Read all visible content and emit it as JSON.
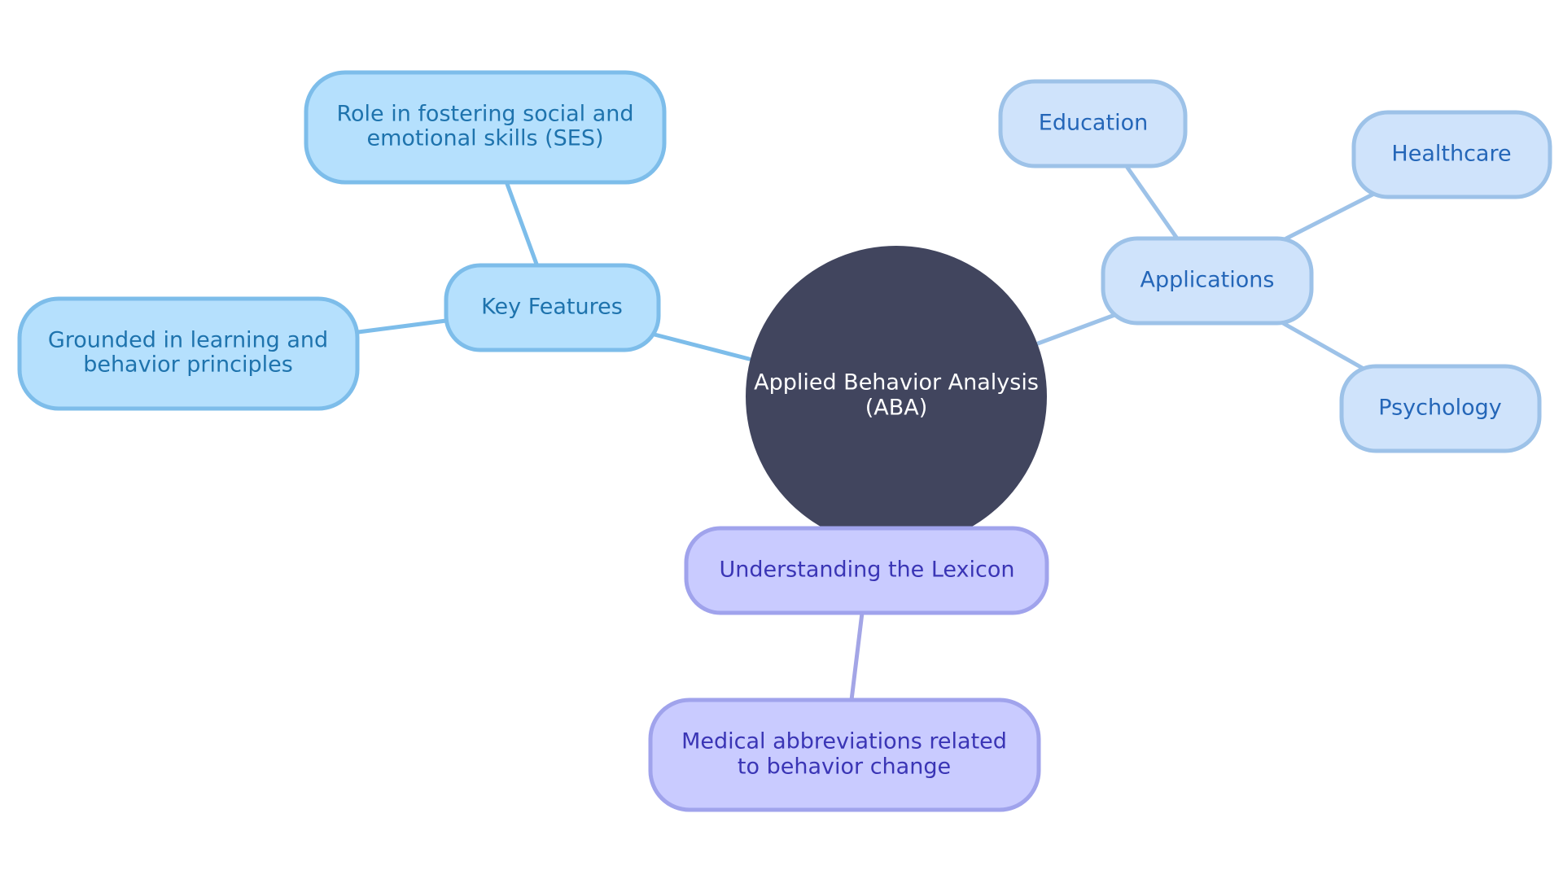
{
  "center": {
    "line1": "Applied Behavior Analysis",
    "line2": "(ABA)"
  },
  "key_features": {
    "label": "Key Features",
    "children": [
      {
        "line1": "Role in fostering social and",
        "line2": "emotional skills (SES)"
      },
      {
        "line1": "Grounded in learning and",
        "line2": "behavior principles"
      }
    ]
  },
  "applications": {
    "label": "Applications",
    "children": [
      {
        "label": "Education"
      },
      {
        "label": "Healthcare"
      },
      {
        "label": "Psychology"
      }
    ]
  },
  "lexicon": {
    "label": "Understanding the Lexicon",
    "children": [
      {
        "line1": "Medical abbreviations related",
        "line2": "to behavior change"
      }
    ]
  },
  "colors": {
    "center_fill": "#41455e",
    "features_fill": "#b5e0fd",
    "features_stroke": "#7dbdea",
    "applications_fill": "#cfe3fb",
    "applications_stroke": "#9dc2e8",
    "lexicon_fill": "#c9cbff",
    "lexicon_stroke": "#a0a3ec"
  }
}
